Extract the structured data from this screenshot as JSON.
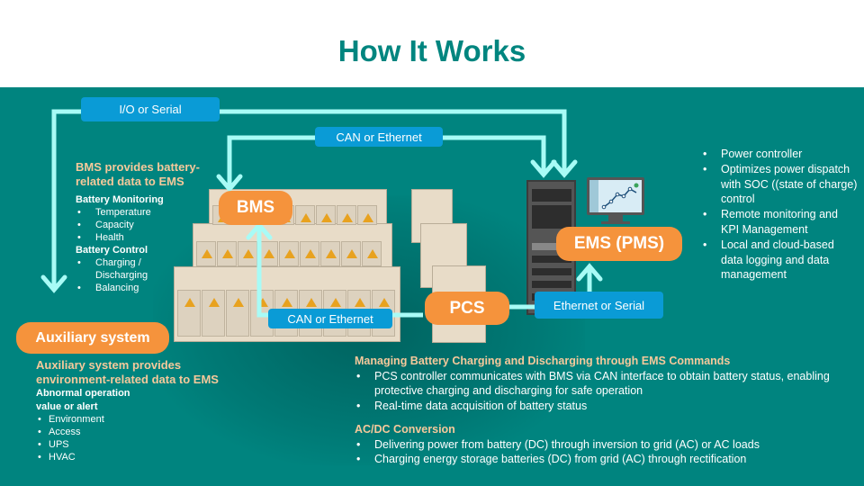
{
  "title": "How It Works",
  "connections": {
    "io_serial": "I/O or Serial",
    "can_ethernet_top": "CAN or Ethernet",
    "can_ethernet_bottom": "CAN or Ethernet",
    "ethernet_serial": "Ethernet or Serial"
  },
  "callouts": {
    "bms": "BMS",
    "ems": "EMS (PMS)",
    "pcs": "PCS",
    "auxiliary": "Auxiliary system"
  },
  "bms_info": {
    "heading": "BMS provides battery-related data to EMS",
    "monitoring_title": "Battery Monitoring",
    "monitoring_items": [
      "Temperature",
      "Capacity",
      "Health"
    ],
    "control_title": "Battery Control",
    "control_items": [
      "Charging / Discharging",
      "Balancing"
    ]
  },
  "aux_info": {
    "heading": "Auxiliary system provides environment-related data to EMS",
    "subtitle": "Abnormal operation value or alert",
    "items": [
      "Environment",
      "Access",
      "UPS",
      "HVAC"
    ]
  },
  "ems_info": {
    "items": [
      "Power controller",
      "Optimizes power dispatch with SOC ((state of charge) control",
      "Remote monitoring and KPI Management",
      "Local and cloud-based data logging and data management"
    ]
  },
  "pcs_info": {
    "heading1": "Managing Battery Charging and Discharging through EMS Commands",
    "items1": [
      "PCS controller communicates with BMS via CAN interface to obtain battery status, enabling protective charging and discharging for safe operation",
      "Real-time data acquisition of battery status"
    ],
    "heading2": "AC/DC Conversion",
    "items2": [
      "Delivering power from battery (DC) through inversion to grid (AC) or AC loads",
      "Charging energy storage batteries (DC) from grid (AC) through rectification"
    ]
  },
  "colors": {
    "teal_bg": "#00847f",
    "title": "#00857f",
    "callout_orange": "#f5933c",
    "label_blue": "#0a9bd6",
    "line_cyan": "#a8fbf6",
    "heading_peach": "#f6c99b"
  }
}
